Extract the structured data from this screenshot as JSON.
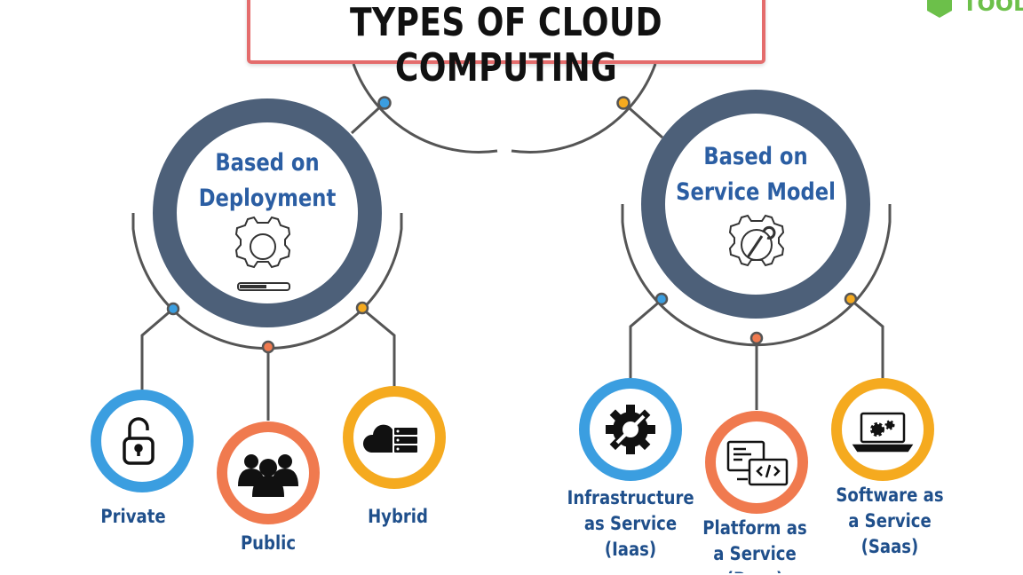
{
  "title": "TYPES OF CLOUD COMPUTING",
  "logo_text": "TOOL",
  "colors": {
    "title_border": "#e46c6c",
    "hub_ring": "#4d6079",
    "label_blue": "#2b5ea3",
    "connector": "#555555",
    "ring_blue": "#3b9ee0",
    "ring_orange": "#f07a4f",
    "ring_yellow": "#f5aa1f",
    "logo_green": "#6cc04a"
  },
  "hubs": {
    "deployment": {
      "label_line1": "Based on",
      "label_line2": "Deployment",
      "icon": "gear-progress-icon"
    },
    "service": {
      "label_line1": "Based on",
      "label_line2": "Service Model",
      "icon": "gear-wrench-icon"
    }
  },
  "deployment_types": [
    {
      "label": "Private",
      "icon": "padlock-icon",
      "ring": "blue"
    },
    {
      "label": "Public",
      "icon": "group-users-icon",
      "ring": "orange"
    },
    {
      "label": "Hybrid",
      "icon": "cloud-server-icon",
      "ring": "yellow"
    }
  ],
  "service_models": [
    {
      "line1": "Infrastructure",
      "line2": "as Service",
      "line3": "(Iaas)",
      "icon": "gears-tools-icon",
      "ring": "blue"
    },
    {
      "line1": "Platform as",
      "line2": "a Service",
      "line3": "(Paas)",
      "icon": "code-platform-icon",
      "ring": "orange"
    },
    {
      "line1": "Software as",
      "line2": "a Service",
      "line3": "(Saas)",
      "icon": "laptop-gears-icon",
      "ring": "yellow"
    }
  ]
}
